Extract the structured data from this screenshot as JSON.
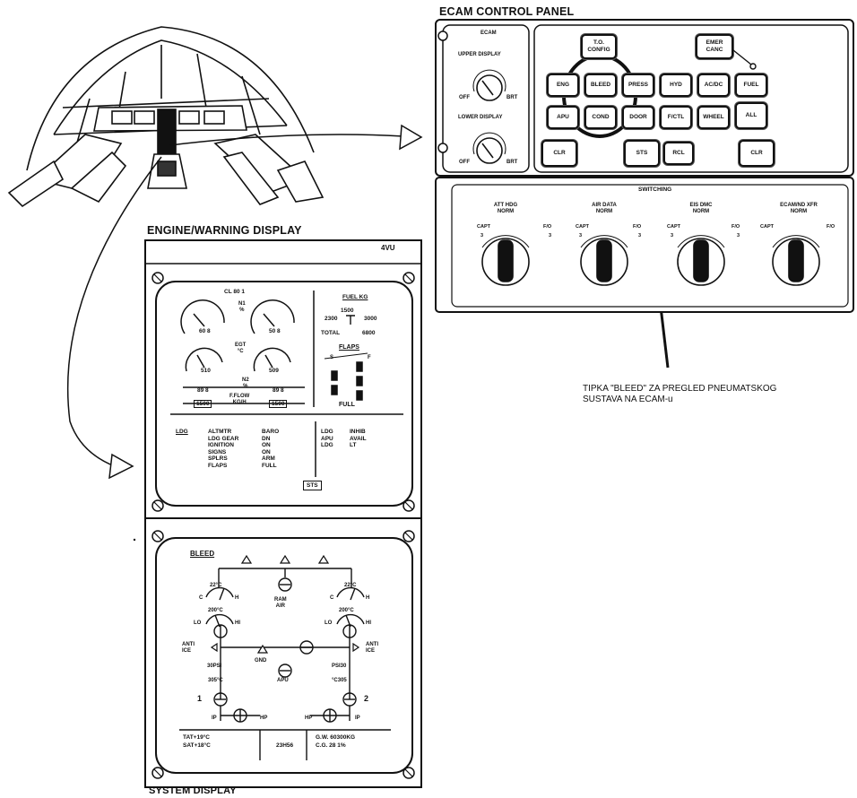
{
  "labels": {
    "ecam_control_panel": "ECAM CONTROL PANEL",
    "engine_warning_display": "ENGINE/WARNING DISPLAY",
    "system_display": "SYSTEM DISPLAY",
    "panel_id": "4VU",
    "note": "TIPKA \"BLEED\" ZA PREGLED PNEUMATSKOG\nSUSTAVA NA ECAM-u"
  },
  "ecam_panel": {
    "knob_group_title": "ECAM",
    "upper_display": "UPPER DISPLAY",
    "lower_display": "LOWER DISPLAY",
    "off": "OFF",
    "brt": "BRT",
    "keys": {
      "to_config": "T.O.\nCONFIG",
      "emer_canc": "EMER\nCANC",
      "eng": "ENG",
      "bleed": "BLEED",
      "press": "PRESS",
      "hyd": "HYD",
      "ac_dc": "AC/DC",
      "fuel": "FUEL",
      "apu": "APU",
      "cond": "COND",
      "door": "DOOR",
      "f_ctl": "F/CTL",
      "wheel": "WHEEL",
      "all": "ALL",
      "clr_left": "CLR",
      "sts": "STS",
      "rcl": "RCL",
      "clr_right": "CLR"
    }
  },
  "switching": {
    "title": "SWITCHING",
    "selectors": [
      {
        "name": "ATT HDG",
        "pos": "NORM",
        "left": "CAPT",
        "right": "F/O",
        "ln": "3",
        "rn": "3"
      },
      {
        "name": "AIR DATA",
        "pos": "NORM",
        "left": "CAPT",
        "right": "F/O",
        "ln": "3",
        "rn": "3"
      },
      {
        "name": "EIS DMC",
        "pos": "NORM",
        "left": "CAPT",
        "right": "F/O",
        "ln": "3",
        "rn": "3"
      },
      {
        "name": "ECAM/ND XFR",
        "pos": "NORM",
        "left": "CAPT",
        "right": "F/O",
        "ln": "",
        "rn": ""
      }
    ]
  },
  "ewd": {
    "cl": "CL 80 1",
    "n1_label": "N1\n%",
    "n1_left": "60 8",
    "n1_right": "50 8",
    "egt_label": "EGT\n°C",
    "egt_left": "510",
    "egt_right": "509",
    "n2_label": "N2\n%",
    "n2_left": "89 8",
    "n2_right": "89 8",
    "ff_label": "F.FLOW\nKG/H",
    "ff_left": "1500",
    "ff_right": "1500",
    "fuel_title": "FUEL KG",
    "fuel_center": "1500",
    "fuel_left": "2300",
    "fuel_right": "3000",
    "fuel_total_label": "TOTAL",
    "fuel_total": "6800",
    "flaps_title": "FLAPS",
    "flaps_s": "S",
    "flaps_f": "F",
    "flaps_value": "FULL",
    "memo_ldg": "LDG",
    "memo_col1": [
      "ALTMTR",
      "LDG GEAR",
      "IGNITION",
      "SIGNS",
      "SPLRS",
      "FLAPS"
    ],
    "memo_col2": [
      "BARO",
      "DN",
      "ON",
      "ON",
      "ARM",
      "FULL"
    ],
    "memo_col3": [
      "LDG",
      "APU",
      "LDG"
    ],
    "memo_col4": [
      "INHIB",
      "AVAIL",
      "LT"
    ],
    "sts": "STS"
  },
  "sd": {
    "title": "BLEED",
    "temp_l": "22°C",
    "temp_r": "22°C",
    "c": "C",
    "h": "H",
    "lo": "LO",
    "hi": "HI",
    "precool_l": "200°C",
    "precool_r": "200°C",
    "ram_air": "RAM\nAIR",
    "anti_ice": "ANTI\nICE",
    "gnd": "GND",
    "apu": "APU",
    "psi_l": "30PSI",
    "psi_r": "PSI30",
    "bleed_l": "305°C",
    "bleed_r": "°C305",
    "eng1": "1",
    "eng2": "2",
    "ip": "IP",
    "hp": "HP",
    "tat": "TAT+19°C",
    "sat": "SAT+18°C",
    "time": "23H56",
    "gw": "G.W. 60300KG",
    "cg": "C.G. 28 1%"
  }
}
